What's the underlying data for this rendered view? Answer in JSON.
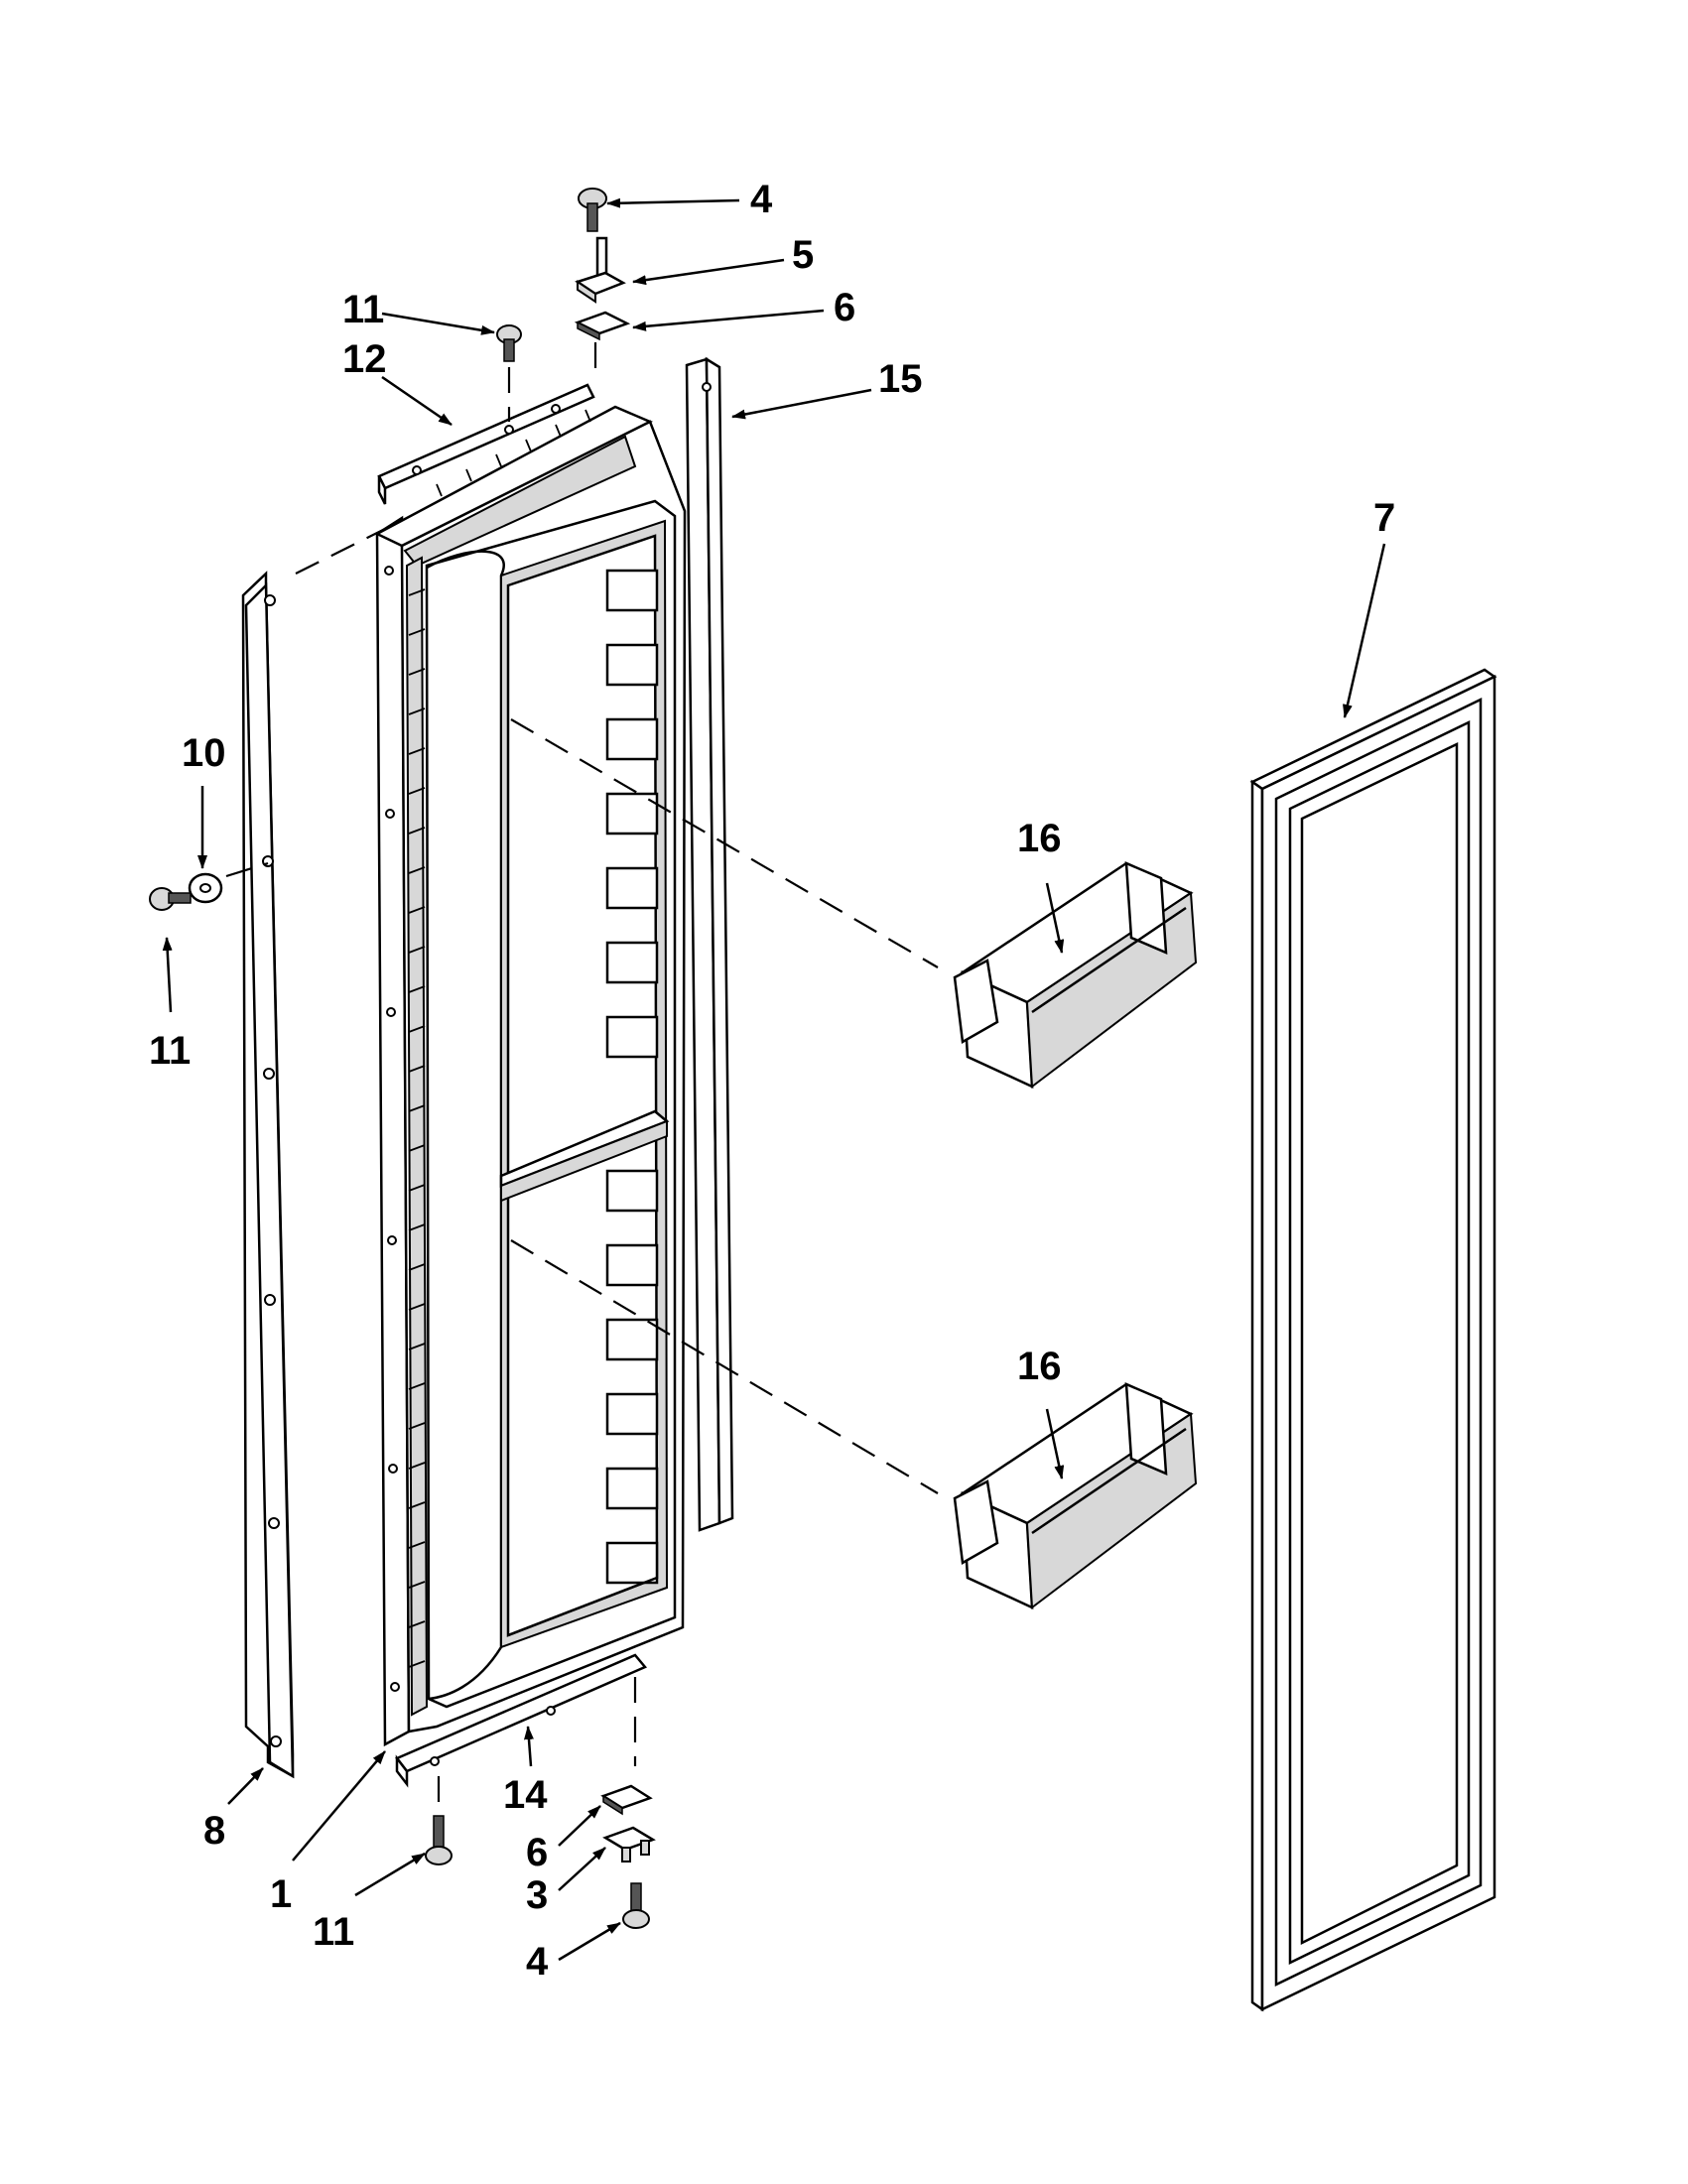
{
  "callouts": {
    "c1": "1",
    "c3": "3",
    "c4_top": "4",
    "c4_bottom": "4",
    "c5": "5",
    "c6_top": "6",
    "c6_bottom": "6",
    "c7": "7",
    "c8": "8",
    "c10": "10",
    "c11_top": "11",
    "c11_left": "11",
    "c11_bottom": "11",
    "c12": "12",
    "c14": "14",
    "c15": "15",
    "c16_upper": "16",
    "c16_lower": "16"
  }
}
